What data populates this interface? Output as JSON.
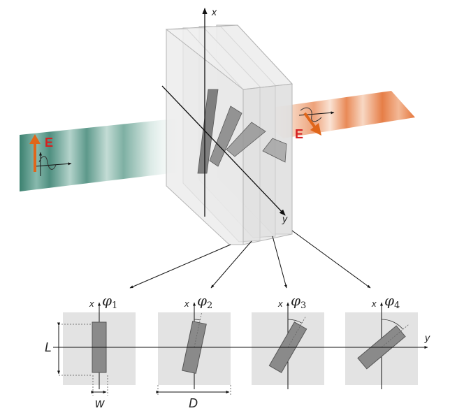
{
  "labels": {
    "axis_x": "x",
    "axis_y": "y",
    "field_in": "E",
    "field_out": "E",
    "length": "L",
    "width": "w",
    "period": "D"
  },
  "panels": [
    {
      "x_label": "x",
      "phi_symbol": "φ",
      "phi_index": "1",
      "angle_deg": 0
    },
    {
      "x_label": "x",
      "phi_symbol": "φ",
      "phi_index": "2",
      "angle_deg": 12
    },
    {
      "x_label": "x",
      "phi_symbol": "φ",
      "phi_index": "3",
      "angle_deg": 30
    },
    {
      "x_label": "x",
      "phi_symbol": "φ",
      "phi_index": "4",
      "angle_deg": 50
    }
  ],
  "colors": {
    "beam_in": "#5f9c8c",
    "beam_out": "#e8824c",
    "field_arrow": "#e0661a",
    "field_label": "#d62020",
    "panel_bg": "#e3e3e3",
    "rod": "#8a8a8a"
  }
}
